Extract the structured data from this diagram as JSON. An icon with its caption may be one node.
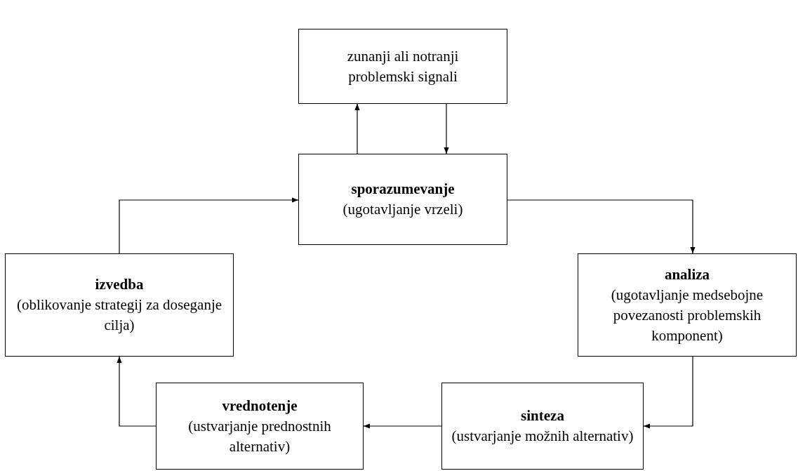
{
  "diagram": {
    "nodes": [
      {
        "text": [
          "zunanji ali notranji problemski signali"
        ]
      },
      {
        "text": [
          "sporazumevanje",
          "(ugotavljanje vrzeli)"
        ]
      },
      {
        "text": [
          "analiza",
          "(ugotavljanje medsebojne povezanosti problemskih komponent)"
        ]
      },
      {
        "text": [
          "sinteza",
          "(ustvarjanje možnih alternativ)"
        ]
      },
      {
        "text": [
          "vrednotenje",
          "(ustvarjanje prednostnih alternativ)"
        ]
      },
      {
        "text": [
          "izvedba",
          "(oblikovanje strategij za doseganje cilja)"
        ]
      }
    ],
    "edges": [
      {
        "from": 1,
        "to": 0,
        "arrow": "to"
      },
      {
        "from": 0,
        "to": 1,
        "arrow": "to"
      },
      {
        "from": 1,
        "to": 2,
        "arrow": "to"
      },
      {
        "from": 2,
        "to": 3,
        "arrow": "to"
      },
      {
        "from": 3,
        "to": 4,
        "arrow": "to"
      },
      {
        "from": 4,
        "to": 5,
        "arrow": "to"
      },
      {
        "from": 5,
        "to": 1,
        "arrow": "to"
      }
    ]
  }
}
